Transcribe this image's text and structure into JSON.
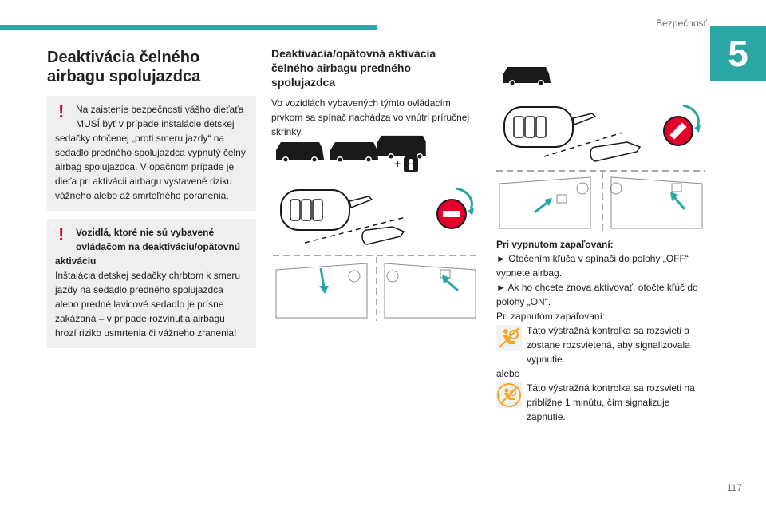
{
  "header": {
    "section": "Bezpečnosť",
    "chapter_number": "5",
    "page_number": "117"
  },
  "col1": {
    "title": "Deaktivácia čelného airbagu spolujazdca",
    "warning1": "Na zaistenie bezpečnosti vášho dieťaťa MUSÍ byť v prípade inštalácie detskej sedačky otočenej „proti smeru jazdy“ na sedadlo predného spolujazdca vypnutý čelný airbag spolujazdca. V opačnom prípade je dieťa pri aktivácii airbagu vystavené riziku vážneho alebo až smrteľného poranenia.",
    "warning2_title": "Vozidlá, ktoré nie sú vybavené ovládačom na deaktiváciu/opätovnú aktiváciu",
    "warning2_body": "Inštalácia detskej sedačky chrbtom k smeru jazdy na sedadlo predného spolujazdca alebo predné lavicové sedadlo je prísne zakázaná – v prípade rozvinutia airbagu hrozí riziko usmrtenia či vážneho zranenia!"
  },
  "col2": {
    "title": "Deaktivácia/opätovná aktivácia čelného airbagu predného spolujazdca",
    "intro": "Vo vozidlách vybavených týmto ovládacím prvkom sa spínač nachádza vo vnútri príručnej skrinky.",
    "plus": "+"
  },
  "col3": {
    "heading_off": "Pri vypnutom zapaľovaní:",
    "step1": "► Otočením kľúča v spínači do polohy „OFF“ vypnete airbag.",
    "step2": "► Ak ho chcete znova aktivovať, otočte kľúč do polohy „ON“.",
    "heading_on": "Pri zapnutom zapaľovaní:",
    "lamp1_text": "Táto výstražná kontrolka sa rozsvieti a zostane rozsvietená, aby signalizovala vypnutie.",
    "or": "alebo",
    "lamp2_text": "Táto výstražná kontrolka sa rozsvieti na približne 1 minútu, čím signalizuje zapnutie."
  },
  "colors": {
    "accent": "#2aa6a5",
    "warning": "#e4002b",
    "lamp": "#f5a623"
  }
}
